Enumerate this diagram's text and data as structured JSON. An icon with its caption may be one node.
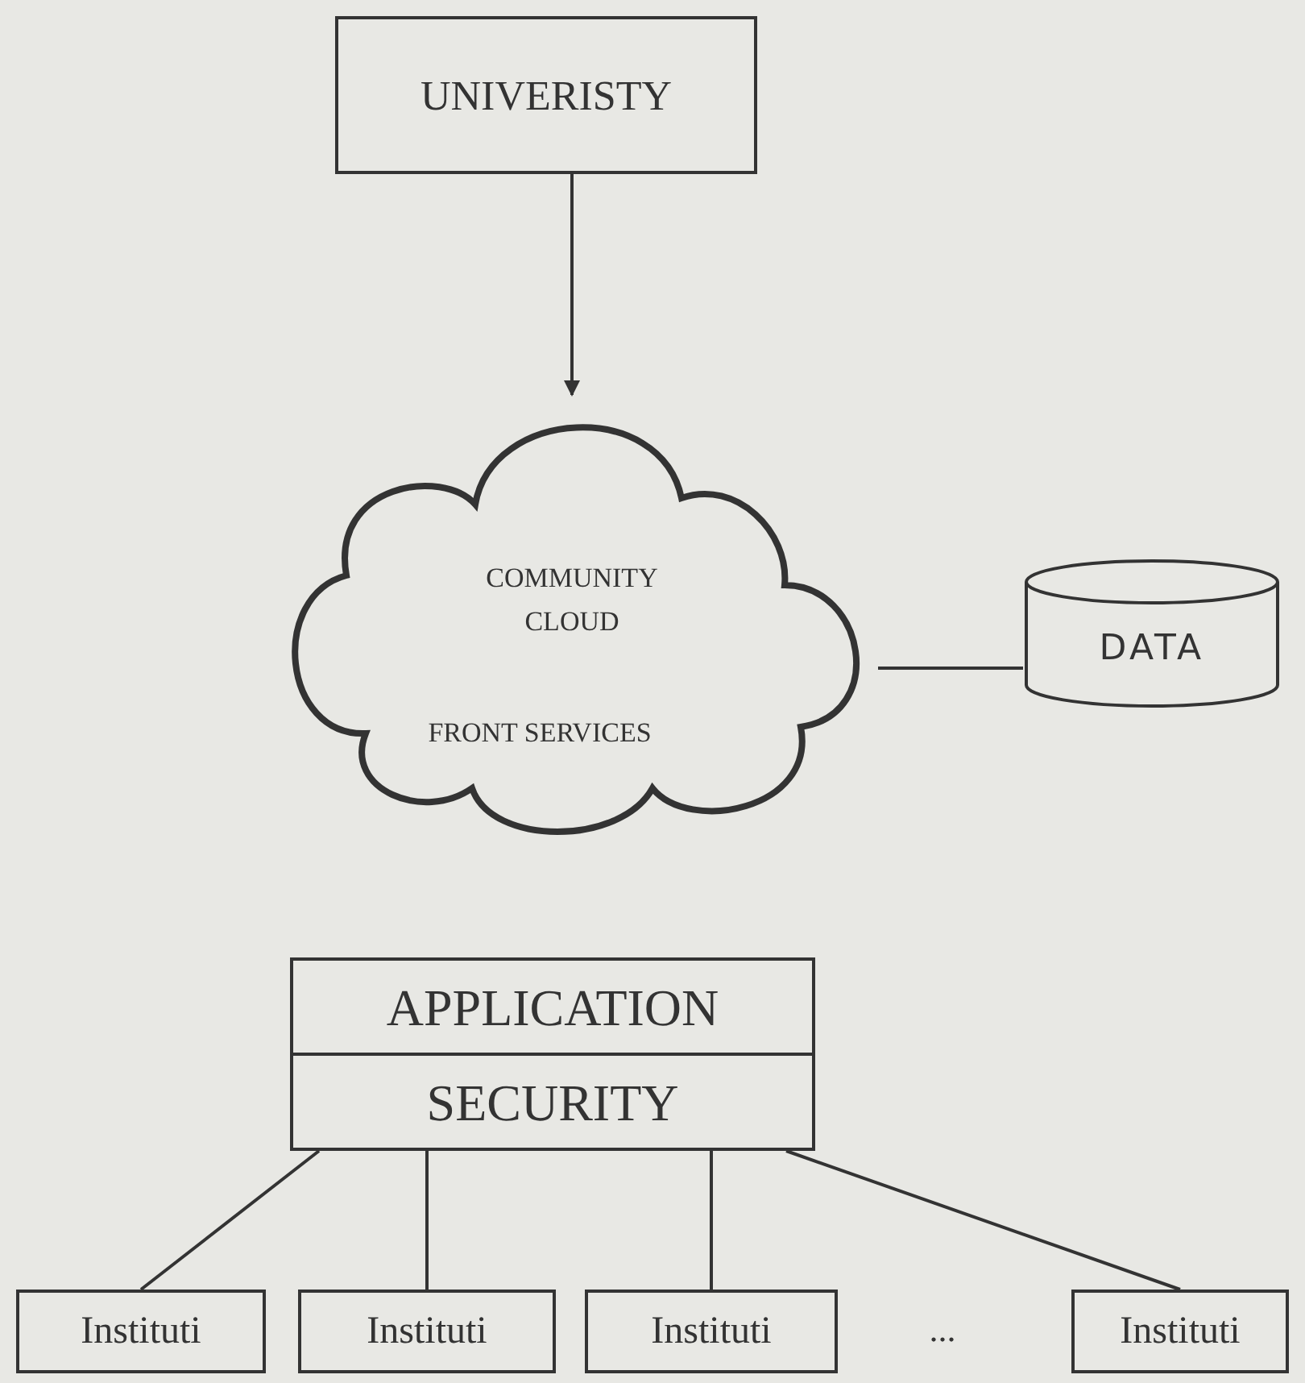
{
  "diagram": {
    "nodes": [
      {
        "text": [
          "UNIVERISTY"
        ]
      },
      {
        "text": [
          "COMMUNITY CLOUD",
          "FRONT SERVICES"
        ]
      },
      {
        "text": [
          "DATA"
        ]
      },
      {
        "text": [
          "APPLICATION",
          "SECURITY"
        ]
      },
      {
        "text": [
          "Instituti"
        ]
      },
      {
        "text": [
          "Instituti"
        ]
      },
      {
        "text": [
          "Instituti"
        ]
      },
      {
        "text": [
          "Instituti"
        ]
      }
    ],
    "edges": [
      {
        "from": 0,
        "to": 1,
        "arrow": "to"
      },
      {
        "from": 1,
        "to": 2,
        "arrow": "none"
      },
      {
        "from": 3,
        "to": 4,
        "arrow": "none"
      },
      {
        "from": 3,
        "to": 5,
        "arrow": "none"
      },
      {
        "from": 3,
        "to": 6,
        "arrow": "none"
      },
      {
        "from": 3,
        "to": 7,
        "arrow": "none"
      }
    ],
    "labels": [
      "..."
    ]
  }
}
